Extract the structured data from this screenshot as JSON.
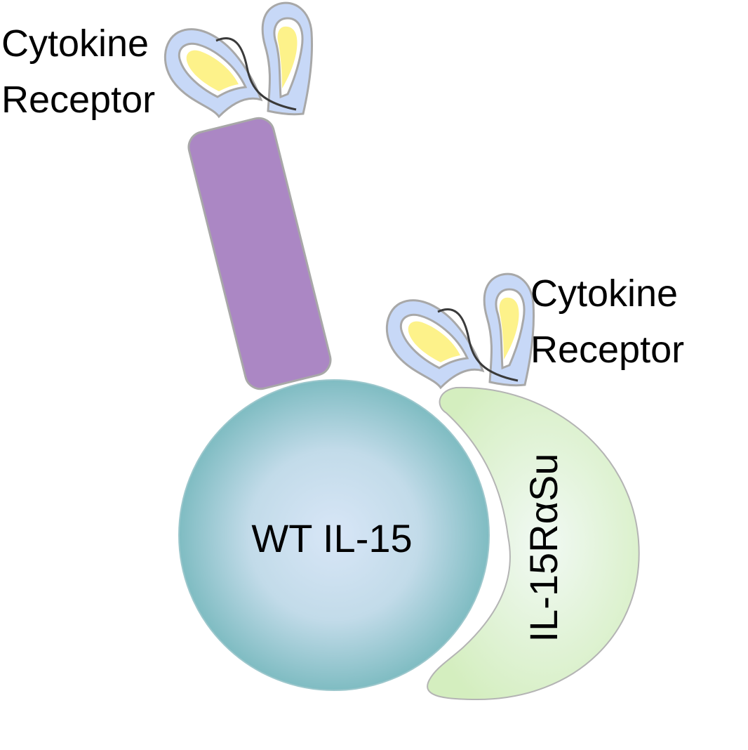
{
  "labels": {
    "receptor_top_line1": "Cytokine",
    "receptor_top_line2": "Receptor",
    "receptor_right_line1": "Cytokine",
    "receptor_right_line2": "Receptor",
    "il15": "WT IL-15",
    "il15ra": "IL-15RαSu"
  },
  "colors": {
    "linker": "#ab87c4",
    "il15_center": "#d3e3f5",
    "il15_edge": "#7fbcc2",
    "il15ra_center": "#eef8ee",
    "il15ra_edge": "#d6efc2",
    "receptor_outer": "#c7d8f7",
    "receptor_inner": "#fdf28a",
    "outline": "#a8a8a8",
    "loop_line": "#3a3a3a"
  },
  "icons": {
    "receptor": "cytokine-receptor-icon"
  }
}
